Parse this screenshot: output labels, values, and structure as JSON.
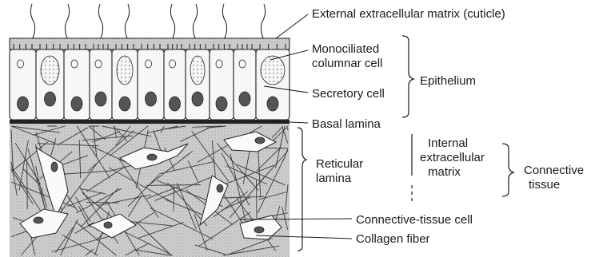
{
  "labels": {
    "cuticle": "External extracellular matrix (cuticle)",
    "monociliated_1": "Monociliated",
    "monociliated_2": "columnar cell",
    "secretory": "Secretory cell",
    "epithelium": "Epithelium",
    "basal_lamina": "Basal lamina",
    "reticular_1": "Reticular",
    "reticular_2": "lamina",
    "internal_1": "Internal",
    "internal_2": "extracellular",
    "internal_3": "matrix",
    "connective_1": "Connective",
    "connective_2": "tissue",
    "ct_cell": "Connective-tissue cell",
    "collagen": "Collagen fiber"
  },
  "colors": {
    "ink": "#1a1a1a",
    "matrix_fill": "#c9c9c9",
    "cuticle_fill": "#dcdcdc"
  }
}
